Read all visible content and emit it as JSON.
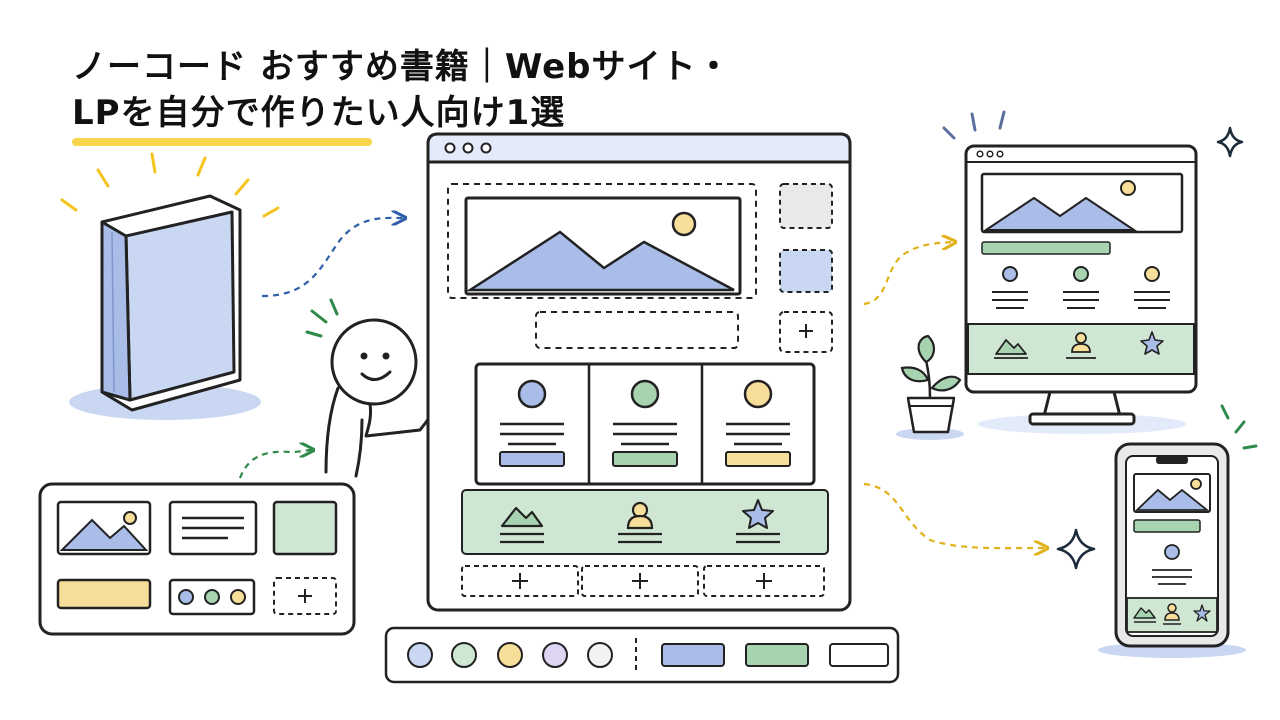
{
  "title": {
    "line1": "ノーコード おすすめ書籍｜Webサイト・",
    "line2": "LPを自分で作りたい人向け1選"
  },
  "colors": {
    "ink": "#222222",
    "highlight": "#f7d54a",
    "blue_fill": "#c9d7f3",
    "blue_mid": "#a9bde8",
    "green_fill": "#cfe6d3",
    "green_mid": "#a8d3b0",
    "yellow_fill": "#f7df9a",
    "lavender_fill": "#ddd5f1",
    "gray_fill": "#e9e9e9",
    "sparkle": "#1c2a3a"
  },
  "icons": {
    "book": "book-icon",
    "person": "smiling-person",
    "plant": "potted-plant-icon",
    "desktop": "desktop-monitor-icon",
    "phone": "smartphone-icon",
    "mountain": "mountain-image-icon",
    "user": "user-icon",
    "star": "star-icon",
    "plus": "plus-icon",
    "sparkle": "sparkle-icon"
  }
}
